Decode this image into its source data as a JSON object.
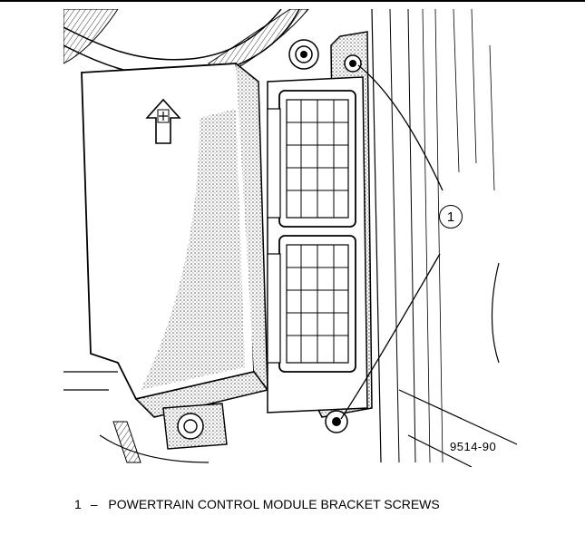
{
  "figure": {
    "number": "9514-90",
    "callouts": [
      {
        "id": "1"
      }
    ]
  },
  "legend": [
    {
      "number": "1",
      "separator": "–",
      "text": "POWERTRAIN CONTROL MODULE BRACKET SCREWS"
    }
  ],
  "colors": {
    "ink": "#000000",
    "shade": "#cfcfcf",
    "paper": "#ffffff"
  }
}
